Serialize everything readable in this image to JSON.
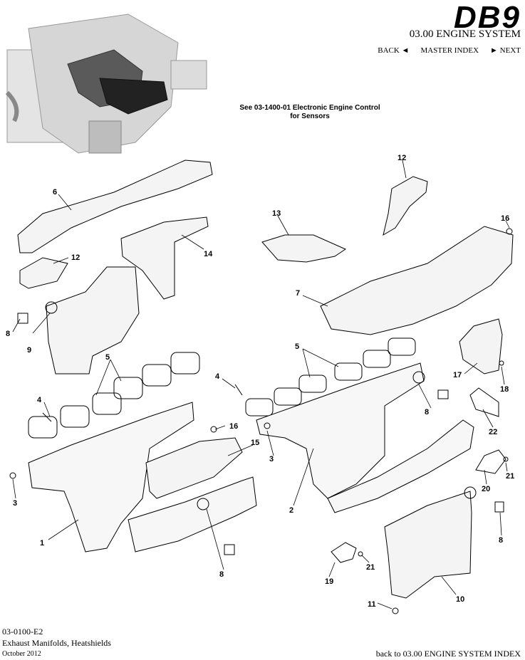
{
  "header": {
    "logo": "DB9",
    "system_title": "03.00 ENGINE SYSTEM",
    "nav": {
      "back": "BACK ◄",
      "master_index": "MASTER INDEX",
      "next": "► NEXT"
    }
  },
  "note": {
    "line1": "See 03-1400-01 Electronic Engine Control",
    "line2": "for Sensors"
  },
  "callouts": {
    "c1": "1",
    "c2": "2",
    "c3a": "3",
    "c3b": "3",
    "c4a": "4",
    "c4b": "4",
    "c5a": "5",
    "c5b": "5",
    "c6": "6",
    "c7": "7",
    "c8a": "8",
    "c8b": "8",
    "c8c": "8",
    "c8d": "8",
    "c9": "9",
    "c10": "10",
    "c11": "11",
    "c12a": "12",
    "c12b": "12",
    "c13": "13",
    "c14": "14",
    "c15": "15",
    "c16a": "16",
    "c16b": "16",
    "c17": "17",
    "c18": "18",
    "c19": "19",
    "c20": "20",
    "c21a": "21",
    "c21b": "21",
    "c22": "22"
  },
  "footer": {
    "code": "03-0100-E2",
    "title": "Exhaust Manifolds, Heatshields",
    "date": "October 2012",
    "back_link": "back to 03.00 ENGINE SYSTEM INDEX"
  }
}
